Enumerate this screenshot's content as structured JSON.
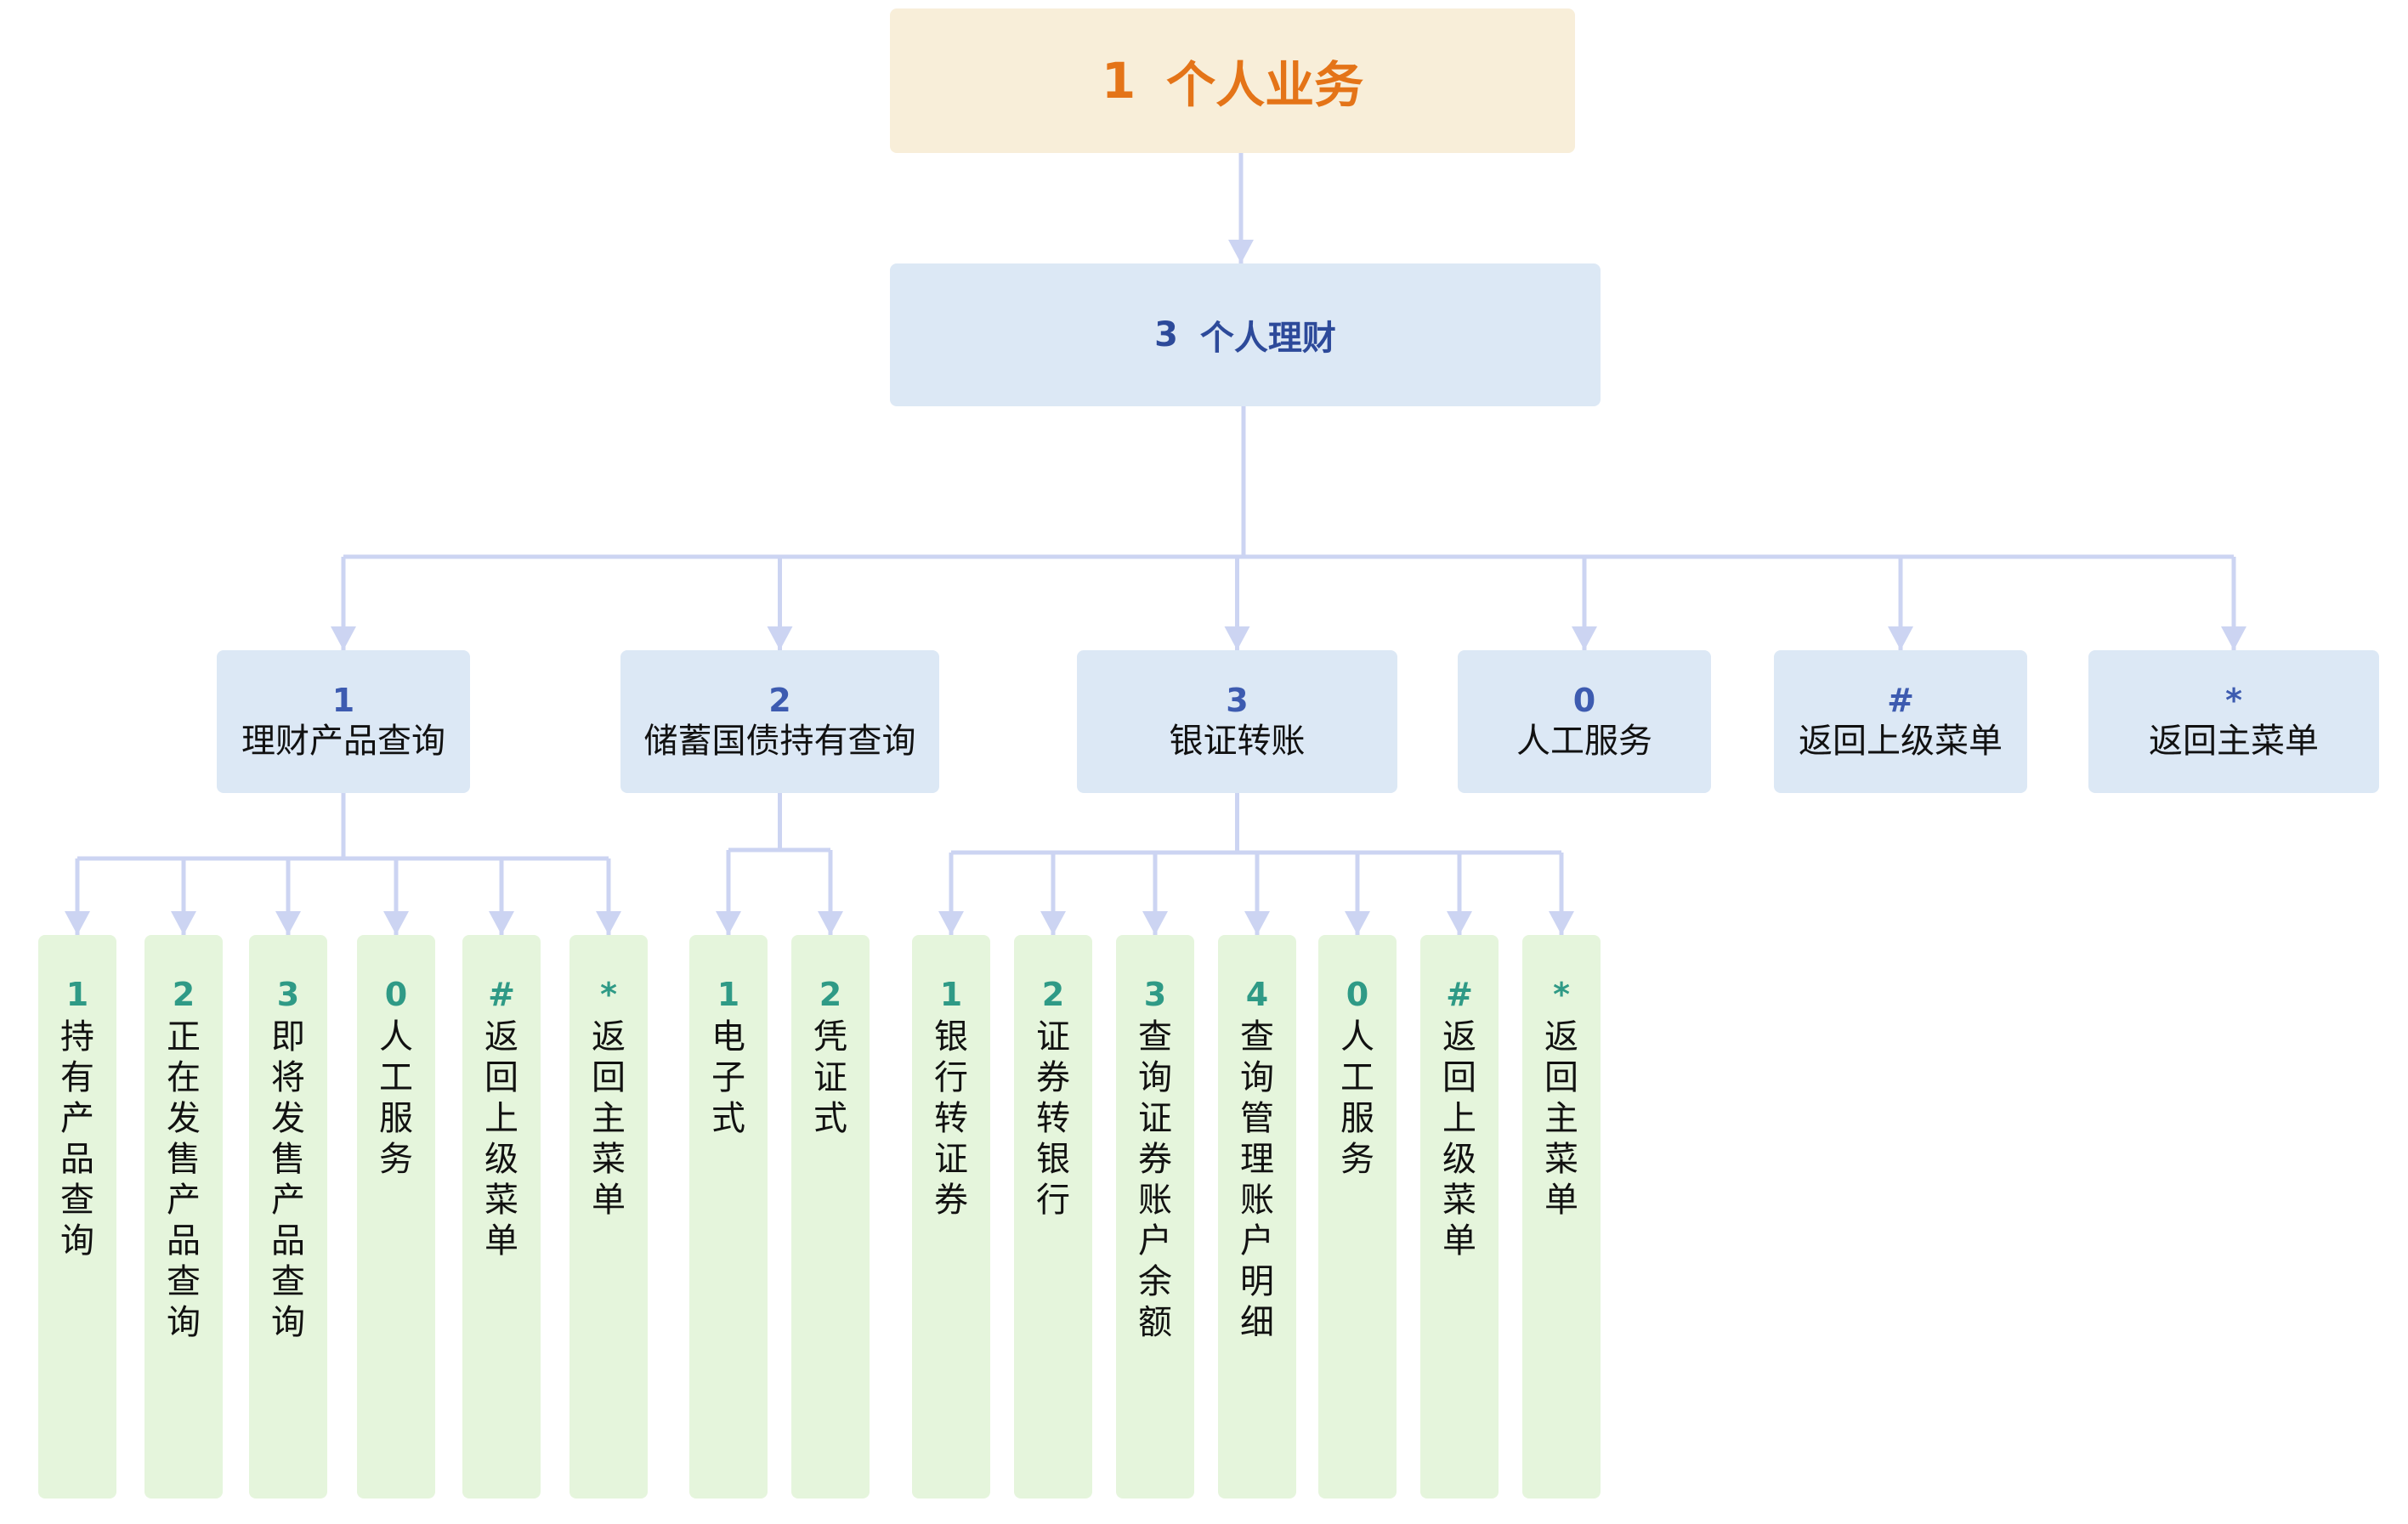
{
  "root": {
    "number": "1",
    "title": "个人业务"
  },
  "level1": {
    "number": "3",
    "title": "个人理财"
  },
  "options": [
    {
      "code": "1",
      "label": "理财产品查询",
      "children": [
        {
          "code": "1",
          "label": "持有产品查询"
        },
        {
          "code": "2",
          "label": "正在发售产品查询"
        },
        {
          "code": "3",
          "label": "即将发售产品查询"
        },
        {
          "code": "0",
          "label": "人工服务"
        },
        {
          "code": "#",
          "label": "返回上级菜单"
        },
        {
          "code": "*",
          "label": "返回主菜单"
        }
      ]
    },
    {
      "code": "2",
      "label": "储蓄国债持有查询",
      "children": [
        {
          "code": "1",
          "label": "电子式"
        },
        {
          "code": "2",
          "label": "凭证式"
        }
      ]
    },
    {
      "code": "3",
      "label": "银证转账",
      "children": [
        {
          "code": "1",
          "label": "银行转证券"
        },
        {
          "code": "2",
          "label": "证券转银行"
        },
        {
          "code": "3",
          "label": "查询证券账户余额"
        },
        {
          "code": "4",
          "label": "查询管理账户明细"
        },
        {
          "code": "0",
          "label": "人工服务"
        },
        {
          "code": "#",
          "label": "返回上级菜单"
        },
        {
          "code": "*",
          "label": "返回主菜单"
        }
      ]
    },
    {
      "code": "0",
      "label": "人工服务",
      "children": []
    },
    {
      "code": "#",
      "label": "返回上级菜单",
      "children": []
    },
    {
      "code": "*",
      "label": "返回主菜单",
      "children": []
    }
  ],
  "colors": {
    "root_fill": "#f8eed9",
    "root_text": "#e47418",
    "level_fill": "#dce8f5",
    "level_text": "#2d4a9a",
    "leaf_fill": "#e5f5dc",
    "leaf_code": "#2f9a86",
    "connector": "#ccd4f2"
  }
}
